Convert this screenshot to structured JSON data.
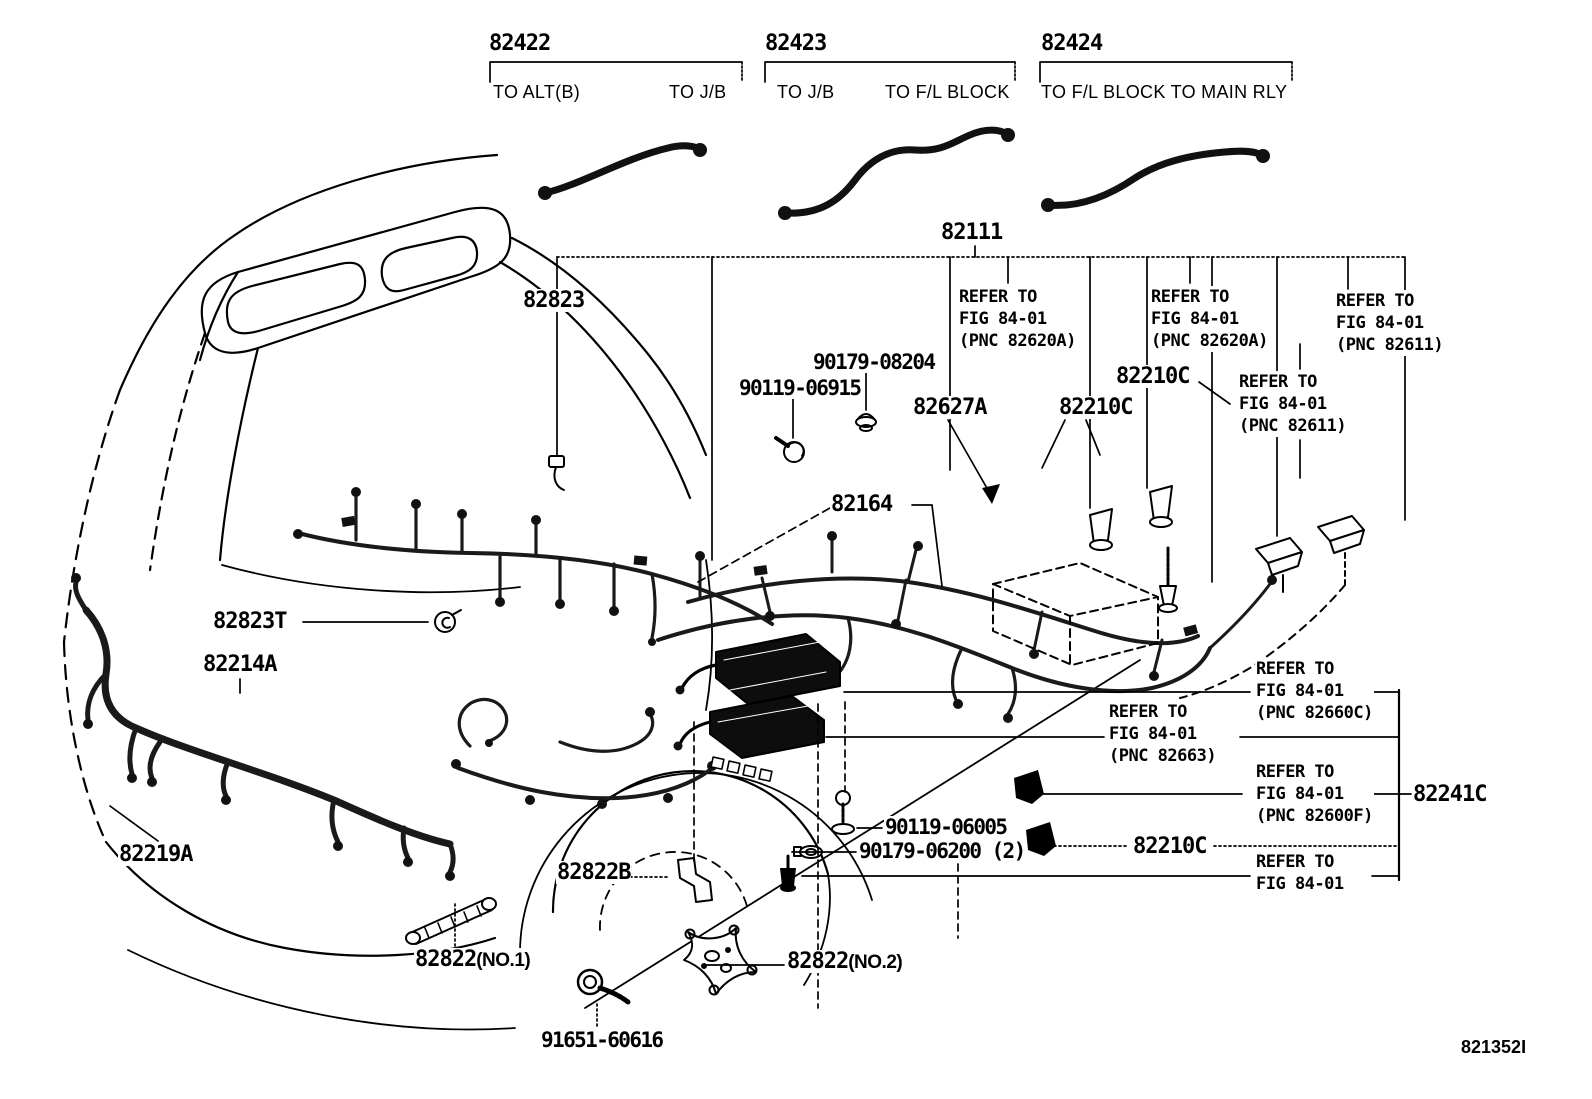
{
  "figure_code": "821352I",
  "header_sections": [
    {
      "part": "82422",
      "subs": [
        "TO ALT(B)",
        "TO J/B"
      ]
    },
    {
      "part": "82423",
      "subs": [
        "TO J/B",
        "TO F/L BLOCK"
      ]
    },
    {
      "part": "82424",
      "subs": [
        "TO F/L BLOCK TO MAIN RLY"
      ]
    }
  ],
  "parts": {
    "main": "82111",
    "p82823": "82823",
    "p82823T": "82823T",
    "p82214A": "82214A",
    "p82219A": "82219A",
    "p82164": "82164",
    "p82627A": "82627A",
    "p82210C": "82210C",
    "p82241C": "82241C",
    "p82822B": "82822B",
    "p82822": "82822",
    "no1": "(NO.1)",
    "no2": "(NO.2)",
    "b90119_06915": "90119-06915",
    "b90179_08204": "90179-08204",
    "b90119_06005": "90119-06005",
    "b90179_06200": "90179-06200 (2)",
    "b91651_60616": "91651-60616"
  },
  "refer_notes": [
    [
      "REFER TO",
      "FIG 84-01",
      "(PNC 82620A)"
    ],
    [
      "REFER TO",
      "FIG 84-01",
      "(PNC 82620A)"
    ],
    [
      "REFER TO",
      "FIG 84-01",
      "(PNC 82611)"
    ],
    [
      "REFER TO",
      "FIG 84-01",
      "(PNC 82611)"
    ],
    [
      "REFER TO",
      "FIG 84-01",
      "(PNC 82660C)"
    ],
    [
      "REFER TO",
      "FIG 84-01",
      "(PNC 82663)"
    ],
    [
      "REFER TO",
      "FIG 84-01",
      "(PNC 82600F)"
    ],
    [
      "REFER TO",
      "FIG 84-01"
    ]
  ]
}
